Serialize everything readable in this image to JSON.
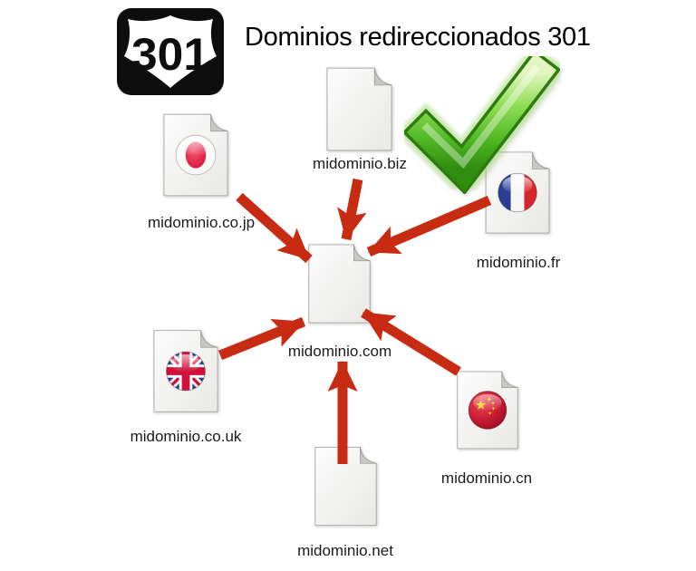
{
  "title": "Dominios redireccionados 301",
  "sign": {
    "number": "301"
  },
  "center": {
    "label": "midominio.com"
  },
  "domains": {
    "jp": {
      "label": "midominio.co.jp"
    },
    "biz": {
      "label": "midominio.biz"
    },
    "fr": {
      "label": "midominio.fr"
    },
    "uk": {
      "label": "midominio.co.uk"
    },
    "net": {
      "label": "midominio.net"
    },
    "cn": {
      "label": "midominio.cn"
    }
  },
  "icons": {
    "sign": "us-route-301-shield",
    "status": "green-checkmark",
    "node": "blank-document",
    "jp_flag": "japan-flag",
    "fr_flag": "france-flag",
    "uk_flag": "uk-flag",
    "cn_flag": "china-flag"
  },
  "colors": {
    "arrow_red": "#c72b12",
    "check_green": "#4fb623",
    "doc_fill": "#f4f3f1",
    "sign_black": "#0d0d0d"
  }
}
